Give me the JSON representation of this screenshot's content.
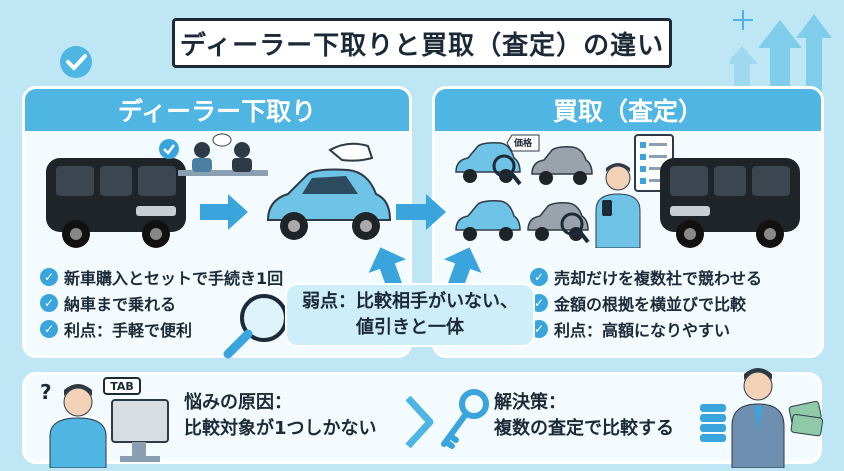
{
  "title": "ディーラー下取りと買取（査定）の違い",
  "left_panel": {
    "heading": "ディーラー下取り",
    "points": [
      "新車購入とセットで手続き1回",
      "納車まで乗れる",
      "利点：手軽で便利"
    ]
  },
  "right_panel": {
    "heading": "買取（査定）",
    "points": [
      "売却だけを複数社で競わせる",
      "金額の根拠を横並びで比較",
      "利点：高額になりやすい"
    ],
    "tag_label": "価格"
  },
  "weakness": {
    "line1": "弱点：比較相手がいない、",
    "line2": "値引きと一体"
  },
  "bottom": {
    "tab_label": "TAB",
    "question_mark": "?",
    "worry_title": "悩みの原因：",
    "worry_text": "比較対象が1つしかない",
    "solution_title": "解決策：",
    "solution_text": "複数の査定で比較する"
  },
  "colors": {
    "background": "#bfe6f5",
    "accent": "#4fb5e3",
    "dark": "#1c2a38",
    "car_blue": "#6fc3e6"
  }
}
